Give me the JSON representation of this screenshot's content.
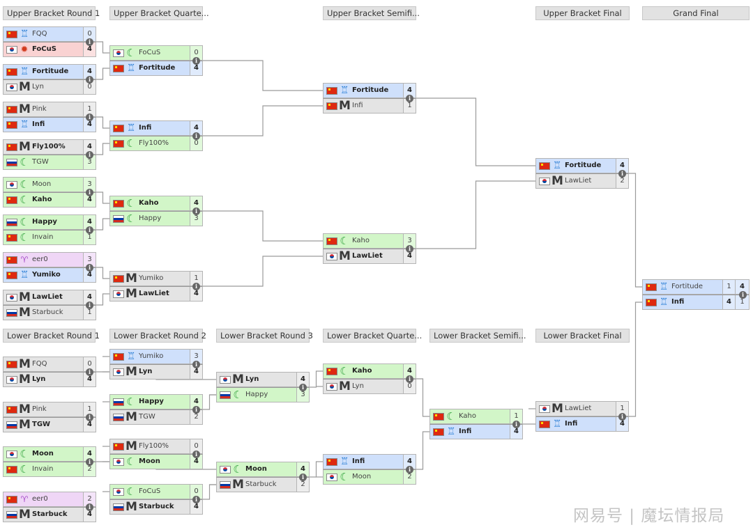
{
  "rounds": {
    "ub": [
      "Upper Bracket Round 1",
      "Upper Bracket Quarte...",
      "Upper Bracket Semifi...",
      "Upper Bracket Final",
      "Grand Final"
    ],
    "lb": [
      "Lower Bracket Round 1",
      "Lower Bracket Round 2",
      "Lower Bracket Round 3",
      "Lower Bracket Quarte...",
      "Lower Bracket Semifi...",
      "Lower Bracket Final"
    ]
  },
  "info_icon": "info-icon",
  "matches": [
    {
      "p1": {
        "name": "FQQ",
        "flag": "cn",
        "race": "hu",
        "score": "0",
        "win": false
      },
      "p2": {
        "name": "FoCuS",
        "flag": "kr",
        "race": "orc",
        "score": "4",
        "win": true
      }
    },
    {
      "p1": {
        "name": "Fortitude",
        "flag": "cn",
        "race": "hu",
        "score": "4",
        "win": true
      },
      "p2": {
        "name": "Lyn",
        "flag": "kr",
        "race": "ud",
        "score": "0",
        "win": false
      }
    },
    {
      "p1": {
        "name": "Pink",
        "flag": "cn",
        "race": "ud",
        "score": "1",
        "win": false
      },
      "p2": {
        "name": "Infi",
        "flag": "cn",
        "race": "hu",
        "score": "4",
        "win": true
      }
    },
    {
      "p1": {
        "name": "Fly100%",
        "flag": "cn",
        "race": "ud",
        "score": "4",
        "win": true
      },
      "p2": {
        "name": "TGW",
        "flag": "ru",
        "race": "ne",
        "score": "3",
        "win": false
      }
    },
    {
      "p1": {
        "name": "Moon",
        "flag": "kr",
        "race": "ne",
        "score": "3",
        "win": false
      },
      "p2": {
        "name": "Kaho",
        "flag": "cn",
        "race": "ne",
        "score": "4",
        "win": true
      }
    },
    {
      "p1": {
        "name": "Happy",
        "flag": "ru",
        "race": "ne",
        "score": "4",
        "win": true
      },
      "p2": {
        "name": "Invain",
        "flag": "cn",
        "race": "ne",
        "score": "1",
        "win": false
      }
    },
    {
      "p1": {
        "name": "eer0",
        "flag": "cn",
        "race": "rnd",
        "score": "3",
        "win": false
      },
      "p2": {
        "name": "Yumiko",
        "flag": "cn",
        "race": "hu",
        "score": "4",
        "win": true
      }
    },
    {
      "p1": {
        "name": "LawLiet",
        "flag": "kr",
        "race": "ud",
        "score": "4",
        "win": true
      },
      "p2": {
        "name": "Starbuck",
        "flag": "ru",
        "race": "ud",
        "score": "1",
        "win": false
      }
    },
    {
      "p1": {
        "name": "FoCuS",
        "flag": "kr",
        "race": "ne",
        "score": "0",
        "win": false
      },
      "p2": {
        "name": "Fortitude",
        "flag": "cn",
        "race": "hu",
        "score": "4",
        "win": true
      }
    },
    {
      "p1": {
        "name": "Infi",
        "flag": "cn",
        "race": "hu",
        "score": "4",
        "win": true
      },
      "p2": {
        "name": "Fly100%",
        "flag": "cn",
        "race": "ne",
        "score": "0",
        "win": false
      }
    },
    {
      "p1": {
        "name": "Kaho",
        "flag": "cn",
        "race": "ne",
        "score": "4",
        "win": true
      },
      "p2": {
        "name": "Happy",
        "flag": "ru",
        "race": "ne",
        "score": "3",
        "win": false
      }
    },
    {
      "p1": {
        "name": "Yumiko",
        "flag": "cn",
        "race": "ud",
        "score": "1",
        "win": false
      },
      "p2": {
        "name": "LawLiet",
        "flag": "kr",
        "race": "ud",
        "score": "4",
        "win": true
      }
    },
    {
      "p1": {
        "name": "Fortitude",
        "flag": "cn",
        "race": "hu",
        "score": "4",
        "win": true
      },
      "p2": {
        "name": "Infi",
        "flag": "cn",
        "race": "ud",
        "score": "1",
        "win": false
      }
    },
    {
      "p1": {
        "name": "Kaho",
        "flag": "cn",
        "race": "ne",
        "score": "3",
        "win": false
      },
      "p2": {
        "name": "LawLiet",
        "flag": "kr",
        "race": "ud",
        "score": "4",
        "win": true
      }
    },
    {
      "p1": {
        "name": "Fortitude",
        "flag": "cn",
        "race": "hu",
        "score": "4",
        "win": true
      },
      "p2": {
        "name": "LawLiet",
        "flag": "kr",
        "race": "ud",
        "score": "2",
        "win": false
      }
    },
    {
      "p1": {
        "name": "Fortitude",
        "flag": "cn",
        "race": "hu",
        "score": "1",
        "score2": "4",
        "win": false,
        "win2": true
      },
      "p2": {
        "name": "Infi",
        "flag": "cn",
        "race": "hu",
        "score": "4",
        "score2": "1",
        "win": true,
        "win2": false
      }
    },
    {
      "p1": {
        "name": "FQQ",
        "flag": "cn",
        "race": "ud",
        "score": "0",
        "win": false
      },
      "p2": {
        "name": "Lyn",
        "flag": "kr",
        "race": "ud",
        "score": "4",
        "win": true
      }
    },
    {
      "p1": {
        "name": "Pink",
        "flag": "cn",
        "race": "ud",
        "score": "1",
        "win": false
      },
      "p2": {
        "name": "TGW",
        "flag": "ru",
        "race": "ud",
        "score": "4",
        "win": true
      }
    },
    {
      "p1": {
        "name": "Moon",
        "flag": "kr",
        "race": "ne",
        "score": "4",
        "win": true
      },
      "p2": {
        "name": "Invain",
        "flag": "cn",
        "race": "ne",
        "score": "2",
        "win": false
      }
    },
    {
      "p1": {
        "name": "eer0",
        "flag": "cn",
        "race": "rnd",
        "score": "2",
        "win": false
      },
      "p2": {
        "name": "Starbuck",
        "flag": "ru",
        "race": "ud",
        "score": "4",
        "win": true
      }
    },
    {
      "p1": {
        "name": "Yumiko",
        "flag": "cn",
        "race": "hu",
        "score": "3",
        "win": false
      },
      "p2": {
        "name": "Lyn",
        "flag": "kr",
        "race": "ud",
        "score": "4",
        "win": true
      }
    },
    {
      "p1": {
        "name": "Happy",
        "flag": "ru",
        "race": "ne",
        "score": "4",
        "win": true
      },
      "p2": {
        "name": "TGW",
        "flag": "ru",
        "race": "ud",
        "score": "2",
        "win": false
      }
    },
    {
      "p1": {
        "name": "Fly100%",
        "flag": "cn",
        "race": "ud",
        "score": "0",
        "win": false
      },
      "p2": {
        "name": "Moon",
        "flag": "kr",
        "race": "ne",
        "score": "4",
        "win": true
      }
    },
    {
      "p1": {
        "name": "FoCuS",
        "flag": "kr",
        "race": "ne",
        "score": "0",
        "win": false
      },
      "p2": {
        "name": "Starbuck",
        "flag": "ru",
        "race": "ud",
        "score": "4",
        "win": true
      }
    },
    {
      "p1": {
        "name": "Lyn",
        "flag": "kr",
        "race": "ud",
        "score": "4",
        "win": true
      },
      "p2": {
        "name": "Happy",
        "flag": "ru",
        "race": "ne",
        "score": "3",
        "win": false
      }
    },
    {
      "p1": {
        "name": "Moon",
        "flag": "kr",
        "race": "ne",
        "score": "4",
        "win": true
      },
      "p2": {
        "name": "Starbuck",
        "flag": "ru",
        "race": "ud",
        "score": "2",
        "win": false
      }
    },
    {
      "p1": {
        "name": "Kaho",
        "flag": "cn",
        "race": "ne",
        "score": "4",
        "win": true
      },
      "p2": {
        "name": "Lyn",
        "flag": "kr",
        "race": "ud",
        "score": "0",
        "win": false
      }
    },
    {
      "p1": {
        "name": "Infi",
        "flag": "cn",
        "race": "hu",
        "score": "4",
        "win": true
      },
      "p2": {
        "name": "Moon",
        "flag": "kr",
        "race": "ne",
        "score": "2",
        "win": false
      }
    },
    {
      "p1": {
        "name": "Kaho",
        "flag": "cn",
        "race": "ne",
        "score": "1",
        "win": false
      },
      "p2": {
        "name": "Infi",
        "flag": "cn",
        "race": "hu",
        "score": "4",
        "win": true
      }
    },
    {
      "p1": {
        "name": "LawLiet",
        "flag": "kr",
        "race": "ud",
        "score": "1",
        "win": false
      },
      "p2": {
        "name": "Infi",
        "flag": "cn",
        "race": "hu",
        "score": "4",
        "win": true
      }
    }
  ],
  "watermark": "网易号 | 魔坛情报局"
}
